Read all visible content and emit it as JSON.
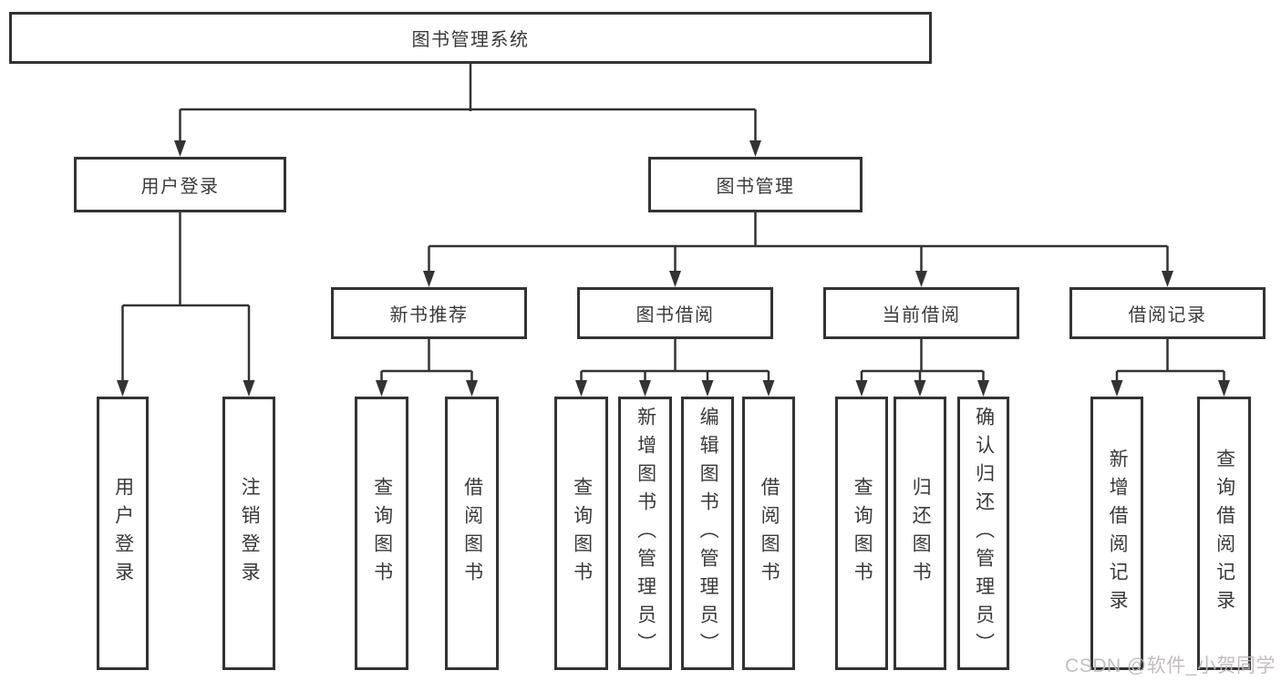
{
  "tree": {
    "label": "图书管理系统",
    "children": [
      {
        "label": "用户登录",
        "children": [
          {
            "label": "用户登录"
          },
          {
            "label": "注销登录"
          }
        ]
      },
      {
        "label": "图书管理",
        "children": [
          {
            "label": "新书推荐",
            "children": [
              {
                "label": "查询图书"
              },
              {
                "label": "借阅图书"
              }
            ]
          },
          {
            "label": "图书借阅",
            "children": [
              {
                "label": "查询图书"
              },
              {
                "label": "新增图书（管理员）"
              },
              {
                "label": "编辑图书（管理员）"
              },
              {
                "label": "借阅图书"
              }
            ]
          },
          {
            "label": "当前借阅",
            "children": [
              {
                "label": "查询图书"
              },
              {
                "label": "归还图书"
              },
              {
                "label": "确认归还（管理员）"
              }
            ]
          },
          {
            "label": "借阅记录",
            "children": [
              {
                "label": "新增借阅记录"
              },
              {
                "label": "查询借阅记录"
              }
            ]
          }
        ]
      }
    ]
  },
  "watermark": {
    "text": "CSDN @软件_小贺同学"
  },
  "colors": {
    "line": "#333333",
    "node_border": "#333333",
    "text": "#3a3a3a",
    "watermark": "#bdb9b9",
    "background": "#ffffff"
  }
}
